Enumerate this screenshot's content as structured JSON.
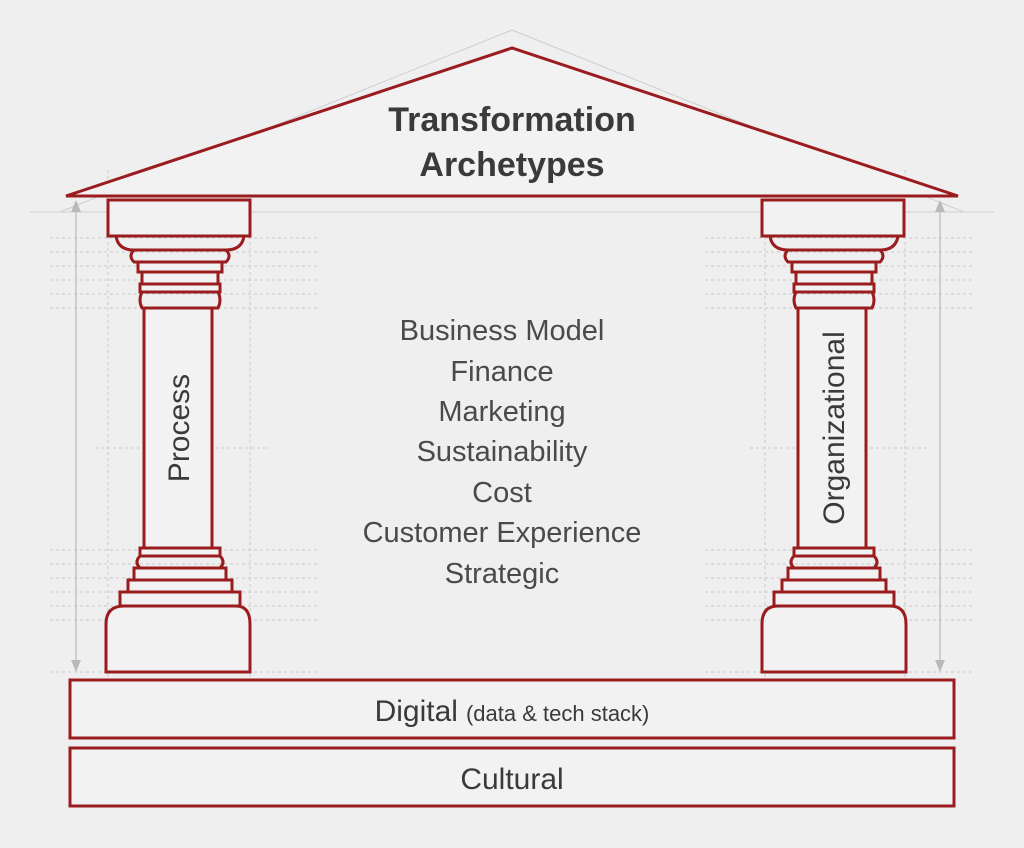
{
  "roof": {
    "title_line1": "Transformation",
    "title_line2": "Archetypes"
  },
  "pillars": {
    "left_label": "Process",
    "right_label": "Organizational"
  },
  "center_items": [
    "Business Model",
    "Finance",
    "Marketing",
    "Sustainability",
    "Cost",
    "Customer Experience",
    "Strategic"
  ],
  "foundation": {
    "digital_main": "Digital",
    "digital_sub": "(data & tech stack)",
    "cultural": "Cultural"
  },
  "colors": {
    "accent": "#9b1c1f",
    "background": "#efefef",
    "text": "#3a3a3a"
  }
}
